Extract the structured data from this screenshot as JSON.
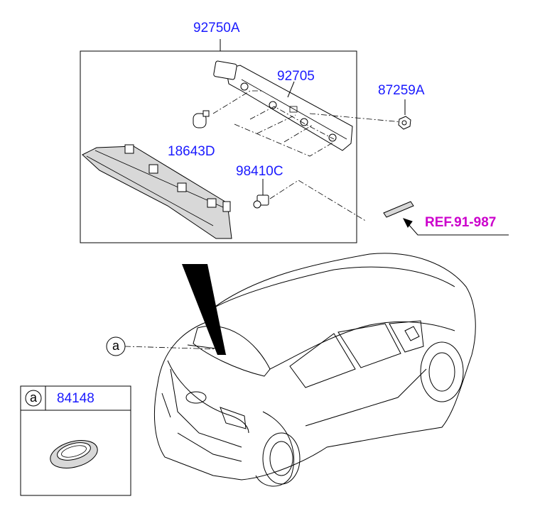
{
  "labels": {
    "assembly": "92750A",
    "lamp_housing": "92705",
    "bulb": "18643D",
    "socket": "98410C",
    "nut": "87259A",
    "reference": "REF.91-987",
    "callout_main": "a",
    "detail_callout": "a",
    "detail_part": "84148"
  },
  "colors": {
    "part_number": "#1a1aff",
    "reference": "#cc00cc",
    "lines": "#000000"
  }
}
